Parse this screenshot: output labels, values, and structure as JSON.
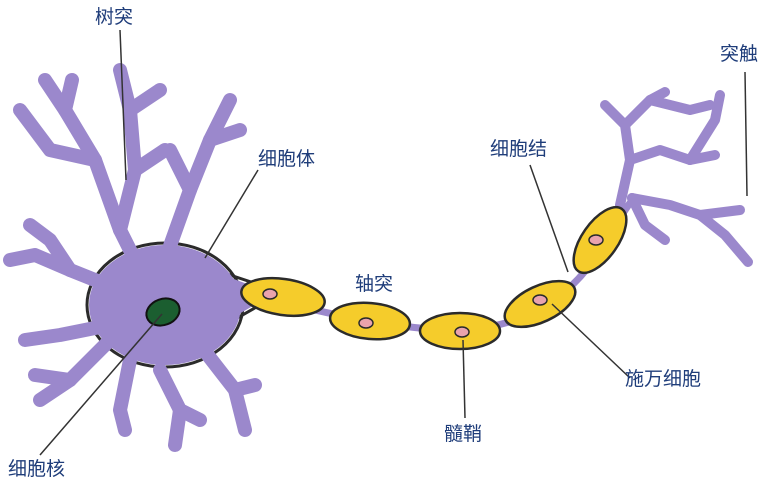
{
  "labels": {
    "dendrite": "树突",
    "cell_body": "细胞体",
    "axon": "轴突",
    "node": "细胞结",
    "terminal": "突触",
    "schwann_cell": "施万细胞",
    "myelin_sheath": "髓鞘",
    "nucleus": "细胞核"
  },
  "colors": {
    "neuron": "#9b88cc",
    "outline": "#2b2b2b",
    "myelin": "#f5cc2b",
    "schwann_nucleus": "#eaa3ad",
    "cell_nucleus": "#1b5e30",
    "label_text": "#1f3d7a",
    "leader_line": "#333333"
  }
}
